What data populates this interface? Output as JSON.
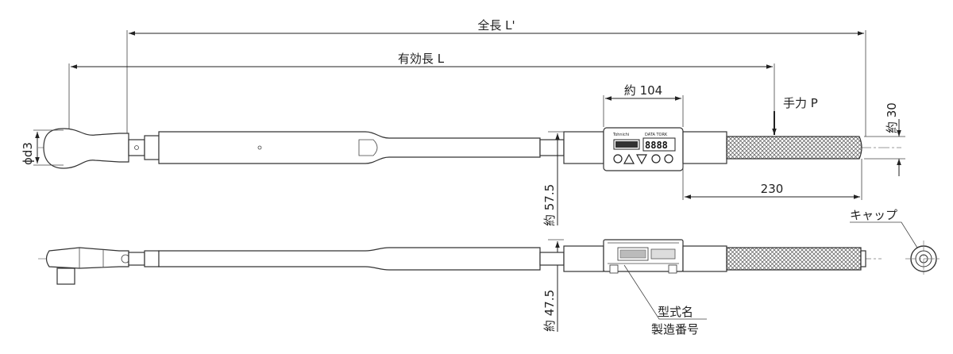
{
  "labels": {
    "overall_length": "全長 L'",
    "effective_length": "有効長 L",
    "approx_104": "約 104",
    "hand_force": "手力 P",
    "approx_30": "約 30",
    "phi_d3": "ϕd3",
    "dim_230": "230",
    "approx_57_5": "約 57.5",
    "approx_47_5": "約 47.5",
    "cap": "キャップ",
    "model_name": "型式名",
    "serial_number": "製造番号"
  },
  "display": {
    "brand": "Tohnichi",
    "product": "DATA TORK"
  }
}
